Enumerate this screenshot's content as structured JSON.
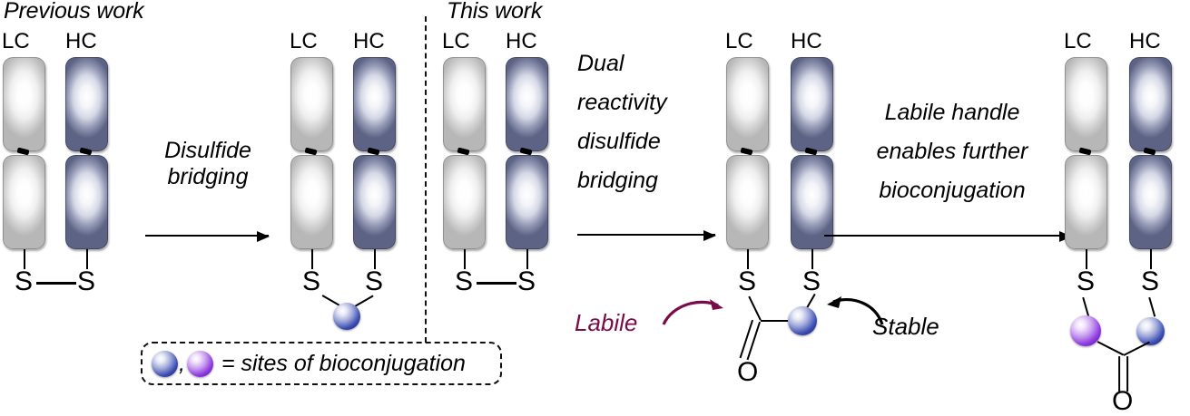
{
  "figure": {
    "type": "reaction-scheme",
    "subject": "antibody disulfide bridging bioconjugation"
  },
  "sections": [
    {
      "id": "previous",
      "title": "Previous work"
    },
    {
      "id": "this",
      "title": "This work"
    }
  ],
  "chain_labels": {
    "light": "LC",
    "heavy": "HC"
  },
  "atoms": {
    "sulfur": "S",
    "oxygen": "O"
  },
  "arrows": [
    {
      "id": "arrow-1",
      "lines": [
        "Disulfide",
        "bridging"
      ]
    },
    {
      "id": "arrow-2",
      "lines": [
        "Dual",
        "reactivity",
        "disulfide",
        "bridging"
      ]
    },
    {
      "id": "arrow-3",
      "lines": [
        "Labile handle",
        "enables further",
        "bioconjugation"
      ]
    }
  ],
  "callouts": {
    "labile": "Labile",
    "stable": "Stable"
  },
  "legend": {
    "text": "= sites of bioconjugation",
    "comma": ",",
    "spheres": [
      {
        "name": "blue-sphere",
        "color": "#3f51b5"
      },
      {
        "name": "purple-sphere",
        "color": "#8e3ce0"
      }
    ]
  },
  "colors": {
    "light_chain": "#c9c9c9",
    "heavy_chain": "#5d6384",
    "blue_site": "#1a237e",
    "purple_site": "#6a11c4",
    "labile_text": "#7a0b49",
    "stroke": "#000000"
  },
  "structures": [
    {
      "id": "structure-1",
      "name": "native-disulfide-antibody",
      "sites": [],
      "linkage": "S-S disulfide"
    },
    {
      "id": "structure-2",
      "name": "bridged-antibody-single-site",
      "sites": [
        "blue"
      ],
      "linkage": "S-bridge-S"
    },
    {
      "id": "structure-3",
      "name": "native-disulfide-antibody-this-work",
      "sites": [],
      "linkage": "S-S disulfide"
    },
    {
      "id": "structure-4",
      "name": "dual-reactivity-thioester-bridge",
      "sites": [
        "blue"
      ],
      "linkage": "S-C(=O)-blue-S"
    },
    {
      "id": "structure-5",
      "name": "further-conjugated-antibody",
      "sites": [
        "purple",
        "blue"
      ],
      "linkage": "S-purple-C(=O)-blue-S"
    }
  ]
}
